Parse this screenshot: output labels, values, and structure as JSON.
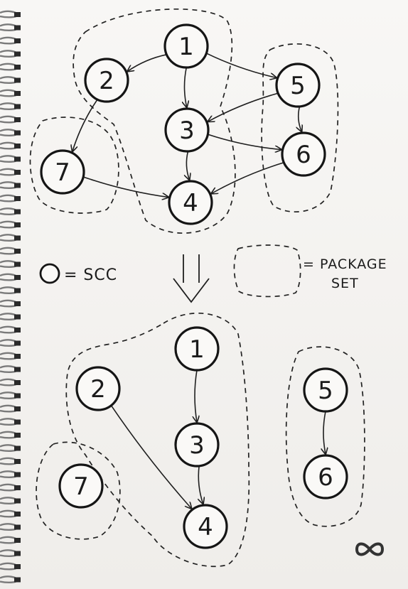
{
  "diagram": {
    "top_graph": {
      "nodes": [
        {
          "id": "1",
          "label": "1"
        },
        {
          "id": "2",
          "label": "2"
        },
        {
          "id": "3",
          "label": "3"
        },
        {
          "id": "4",
          "label": "4"
        },
        {
          "id": "5",
          "label": "5"
        },
        {
          "id": "6",
          "label": "6"
        },
        {
          "id": "7",
          "label": "7"
        }
      ],
      "edges": [
        {
          "from": "1",
          "to": "2"
        },
        {
          "from": "1",
          "to": "3"
        },
        {
          "from": "1",
          "to": "5"
        },
        {
          "from": "2",
          "to": "7"
        },
        {
          "from": "3",
          "to": "4"
        },
        {
          "from": "3",
          "to": "6"
        },
        {
          "from": "5",
          "to": "3"
        },
        {
          "from": "5",
          "to": "6"
        },
        {
          "from": "6",
          "to": "4"
        },
        {
          "from": "7",
          "to": "4"
        }
      ],
      "package_sets": [
        [
          "1",
          "2",
          "3",
          "4"
        ],
        [
          "7"
        ],
        [
          "5",
          "6"
        ]
      ]
    },
    "bottom_graph": {
      "nodes": [
        {
          "id": "1",
          "label": "1"
        },
        {
          "id": "2",
          "label": "2"
        },
        {
          "id": "3",
          "label": "3"
        },
        {
          "id": "4",
          "label": "4"
        },
        {
          "id": "5",
          "label": "5"
        },
        {
          "id": "6",
          "label": "6"
        },
        {
          "id": "7",
          "label": "7"
        }
      ],
      "edges": [
        {
          "from": "1",
          "to": "3"
        },
        {
          "from": "3",
          "to": "4"
        },
        {
          "from": "2",
          "to": "4"
        },
        {
          "from": "5",
          "to": "6"
        }
      ],
      "package_sets": [
        [
          "1",
          "2",
          "3",
          "4"
        ],
        [
          "7"
        ],
        [
          "5",
          "6"
        ]
      ]
    },
    "legend": {
      "scc_label": "= SCC",
      "package_label_line1": "= PACKAGE",
      "package_label_line2": "SET"
    },
    "logo_icon": "infinity-icon"
  }
}
